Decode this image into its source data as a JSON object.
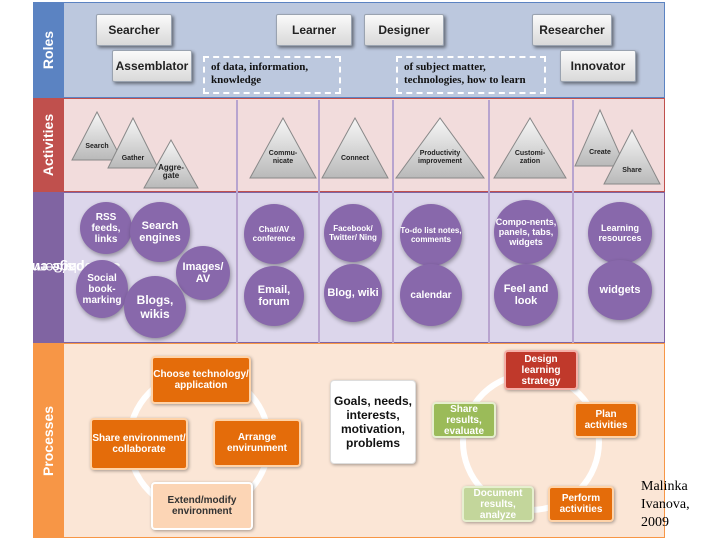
{
  "bands": {
    "roles": "Roles",
    "activities": "Activities",
    "tools_line1": "Start page environment",
    "tools_line2": "Tools/Services",
    "processes": "Processes"
  },
  "roles": {
    "searcher": "Searcher",
    "learner": "Learner",
    "designer": "Designer",
    "researcher": "Researcher",
    "assemblator": "Assemblator",
    "innovator": "Innovator",
    "note_left": "of data, information, knowledge",
    "note_right": "of subject matter, technologies, how to learn"
  },
  "activities": {
    "search": "Search",
    "gather": "Gather",
    "aggregate": "Aggre-gate",
    "communicate": "Commu-nicate",
    "connect": "Connect",
    "productivity": "Productivity improvement",
    "customization": "Customi-zation",
    "create": "Create",
    "share": "Share"
  },
  "tools": {
    "rss": "RSS feeds, links",
    "search_engines": "Search engines",
    "images_av": "Images/ AV",
    "social_bookmarking": "Social book-marking",
    "blogs_wikis": "Blogs, wikis",
    "chat": "Chat/AV conference",
    "email": "Email, forum",
    "facebook": "Facebook/ Twitter/ Ning",
    "blog_wiki": "Blog, wiki",
    "todo": "To-do list notes, comments",
    "calendar": "calendar",
    "components": "Compo-nents, panels, tabs, widgets",
    "feel_look": "Feel and look",
    "learning_resources": "Learning resources",
    "widgets": "widgets"
  },
  "processes": {
    "choose": "Choose technology/ application",
    "arrange": "Arrange envirunment",
    "extend": "Extend/modify environment",
    "share_env": "Share environment/ collaborate",
    "goals": "Goals, needs, interests, motivation, problems",
    "design": "Design learning strategy",
    "plan": "Plan activities",
    "perform": "Perform activities",
    "document": "Document results, analyze",
    "share_results": "Share results, evaluate"
  },
  "credit": "Malinka Ivanova, 2009",
  "colors": {
    "roles_band": "#bcc8de",
    "roles_label": "#5b83c2",
    "activities_band": "#f2dcdc",
    "activities_label": "#c0504d",
    "tools_band": "#d9d3e8",
    "tools_label": "#8064a2",
    "processes_band": "#fbe6d6",
    "processes_label": "#f79646",
    "circle": "#8064a2",
    "orange_box": "#e46c0a",
    "red_box": "#c0392b",
    "green_box": "#9bbb59"
  }
}
